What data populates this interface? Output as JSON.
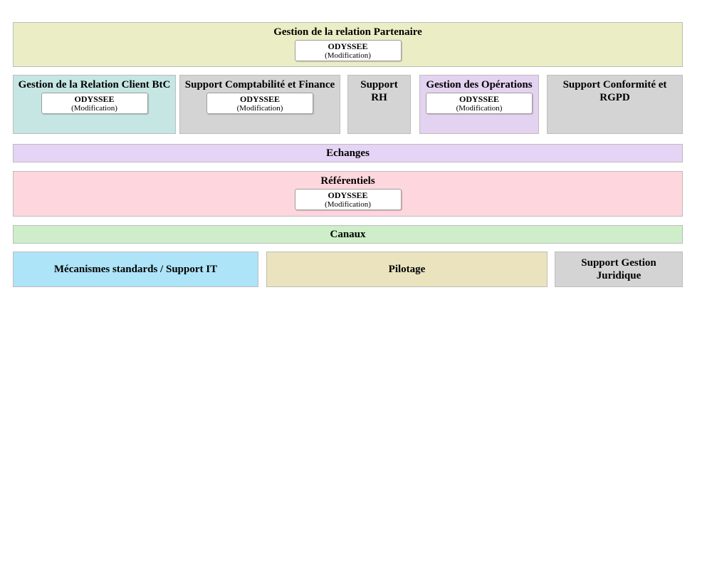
{
  "blocks": {
    "partenaire": {
      "title": "Gestion de la relation Partenaire",
      "app": "ODYSSEE",
      "app_note": "(Modification)"
    },
    "client_btc": {
      "title": "Gestion de la Relation Client BtC",
      "app": "ODYSSEE",
      "app_note": "(Modification)"
    },
    "compta": {
      "title": "Support Comptabilité et Finance",
      "app": "ODYSSEE",
      "app_note": "(Modification)"
    },
    "rh": {
      "title": "Support RH"
    },
    "operations": {
      "title": "Gestion des Opérations",
      "app": "ODYSSEE",
      "app_note": "(Modification)"
    },
    "conformite": {
      "title": "Support Conformité et RGPD"
    },
    "echanges": {
      "title": "Echanges"
    },
    "referentiels": {
      "title": "Référentiels",
      "app": "ODYSSEE",
      "app_note": "(Modification)"
    },
    "canaux": {
      "title": "Canaux"
    },
    "mecanismes": {
      "title": "Mécanismes standards / Support IT"
    },
    "pilotage": {
      "title": "Pilotage"
    },
    "juridique": {
      "title": "Support Gestion Juridique"
    }
  },
  "colors": {
    "partenaire_bg": "#ebeec5",
    "client_btc_bg": "#c5e6e2",
    "gray_bg": "#d4d4d4",
    "operations_bg": "#e4d3f0",
    "echanges_bg": "#e5d4f5",
    "referentiels_bg": "#fdd7dd",
    "canaux_bg": "#cdeec8",
    "mecanismes_bg": "#ade4f7",
    "pilotage_bg": "#ebe3bd",
    "app_box_bg": "#ffffff",
    "text": "#000000"
  }
}
